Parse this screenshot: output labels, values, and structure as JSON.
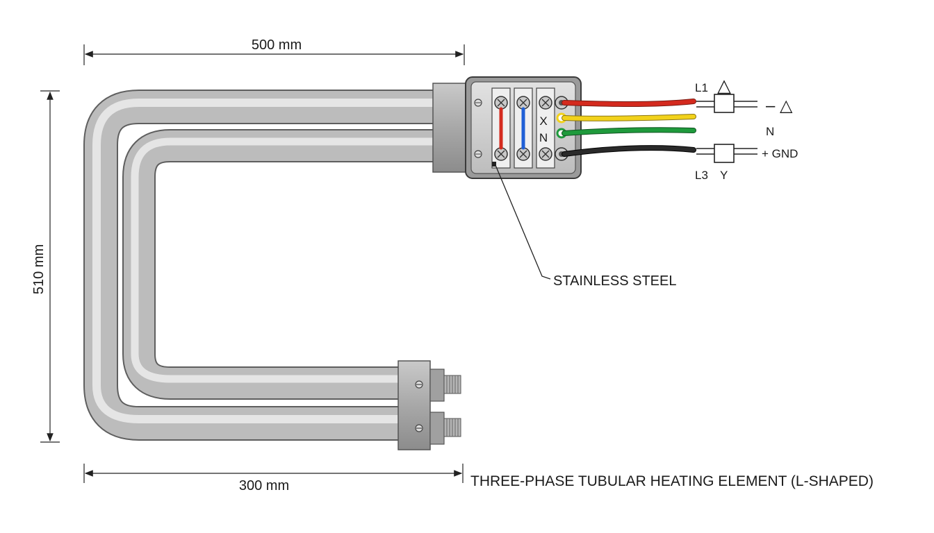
{
  "dimensions": {
    "top_width": "500 mm",
    "height": "510 mm",
    "bottom_width": "300 mm"
  },
  "material_callout": "STAINLESS STEEL",
  "diagram_title": "THREE-PHASE TUBULAR HEATING ELEMENT (L-SHAPED)",
  "terminal_block": {
    "mark_x": "X",
    "mark_n": "N"
  },
  "wiring": {
    "l1": "L1",
    "delta_symbol": "△",
    "dash_delta": "– △",
    "n": "N",
    "gnd": "+ GND",
    "l3": "L3",
    "y": "Y"
  },
  "wire_colors": {
    "red": "#d42a1e",
    "yellow": "#f2d21b",
    "green": "#1f9a3c",
    "black": "#1a1a1a",
    "blue": "#1f5fd6"
  }
}
